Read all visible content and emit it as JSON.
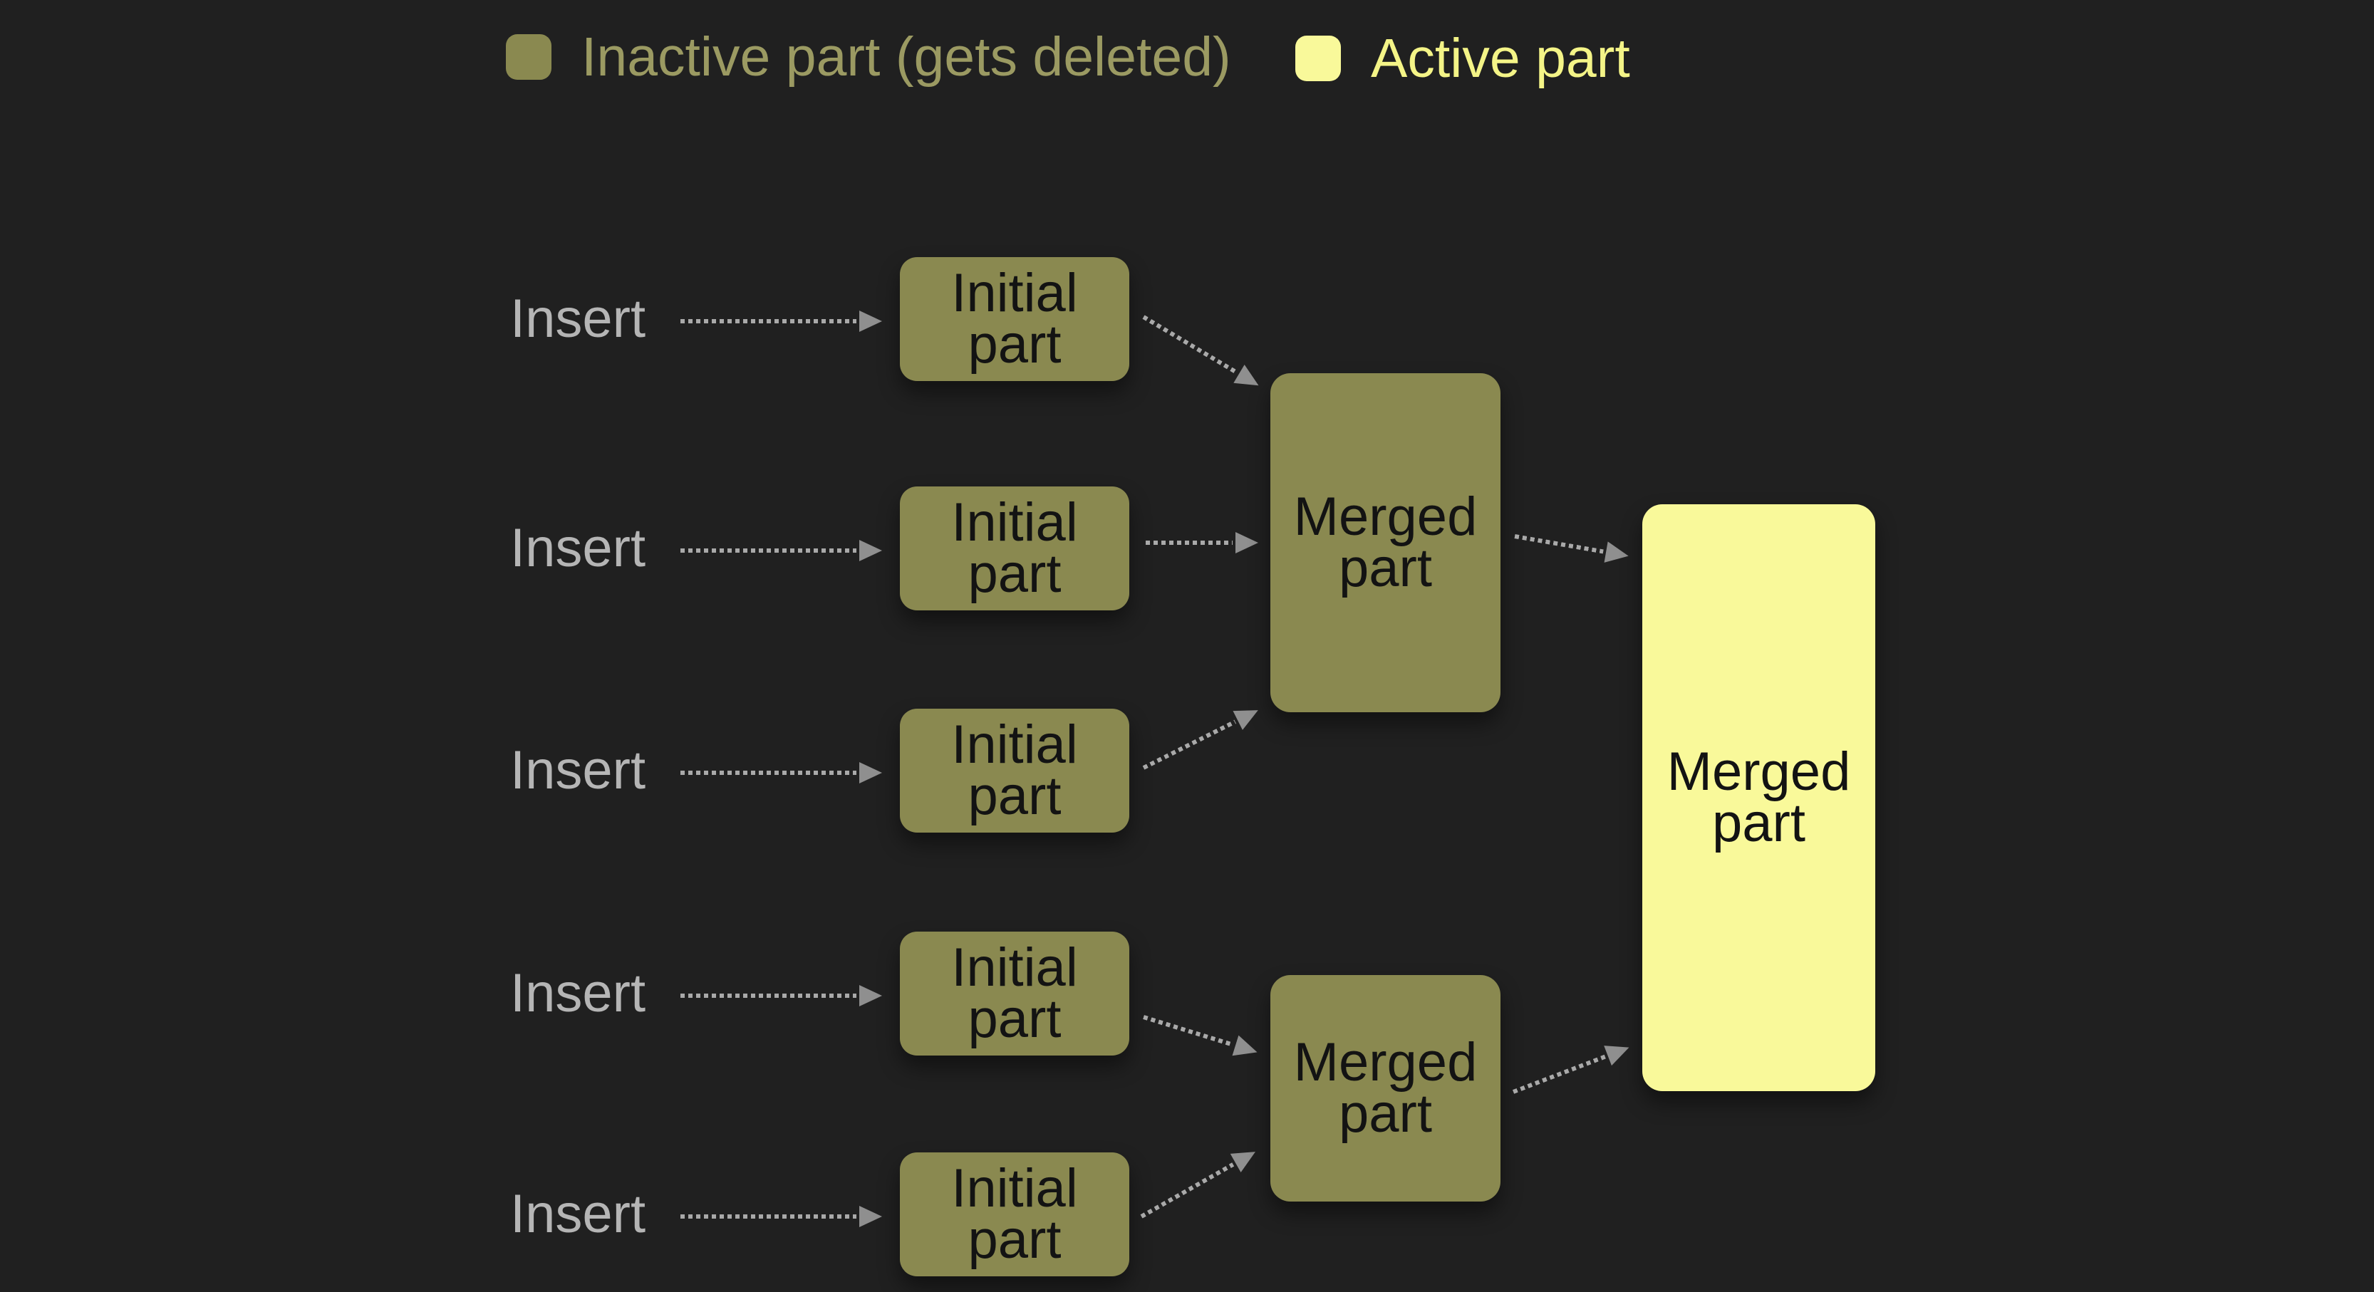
{
  "colors": {
    "background": "#202020",
    "inactive_fill": "#8a8950",
    "active_fill": "#f9f99a",
    "inactive_text": "#9b9a62",
    "active_text": "#f4f487",
    "insert_text": "#b5b5b5",
    "box_text": "#131313",
    "arrow_dash": "#a9a9a9",
    "arrow_head": "#8f8f8f"
  },
  "legend": {
    "items": [
      {
        "label": "Inactive part (gets deleted)",
        "swatch_color": "#8a8950",
        "state": "inactive"
      },
      {
        "label": "Active part",
        "swatch_color": "#f9f99a",
        "state": "active"
      }
    ]
  },
  "diagram": {
    "inserts": [
      {
        "label": "Insert"
      },
      {
        "label": "Insert"
      },
      {
        "label": "Insert"
      },
      {
        "label": "Insert"
      },
      {
        "label": "Insert"
      }
    ],
    "initial_parts": [
      {
        "label": "Initial part",
        "state": "inactive"
      },
      {
        "label": "Initial part",
        "state": "inactive"
      },
      {
        "label": "Initial part",
        "state": "inactive"
      },
      {
        "label": "Initial part",
        "state": "inactive"
      },
      {
        "label": "Initial part",
        "state": "inactive"
      }
    ],
    "merged_parts": [
      {
        "label": "Merged part",
        "state": "inactive"
      },
      {
        "label": "Merged part",
        "state": "inactive"
      },
      {
        "label": "Merged part",
        "state": "active"
      }
    ]
  }
}
